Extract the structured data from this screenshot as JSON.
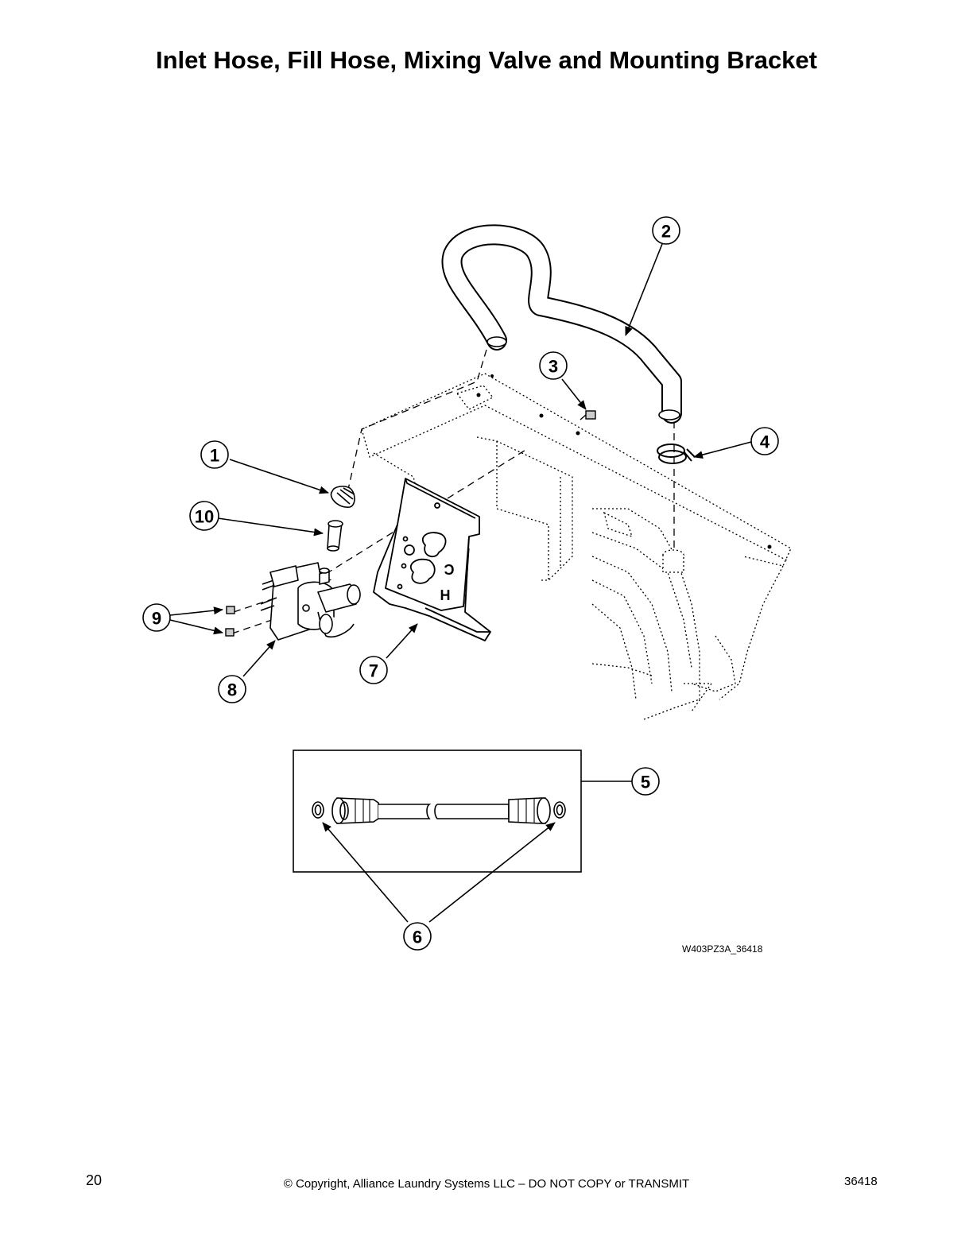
{
  "page": {
    "title": "Inlet Hose, Fill Hose, Mixing Valve and Mounting Bracket",
    "page_number": "20",
    "copyright": "© Copyright, Alliance Laundry Systems LLC – DO NOT COPY or TRANSMIT",
    "document_number": "36418"
  },
  "diagram": {
    "figure_id": "W403PZ3A_36418",
    "callouts": [
      "1",
      "2",
      "3",
      "4",
      "5",
      "6",
      "7",
      "8",
      "9",
      "10"
    ],
    "bracket_letters": [
      "C",
      "H"
    ]
  }
}
